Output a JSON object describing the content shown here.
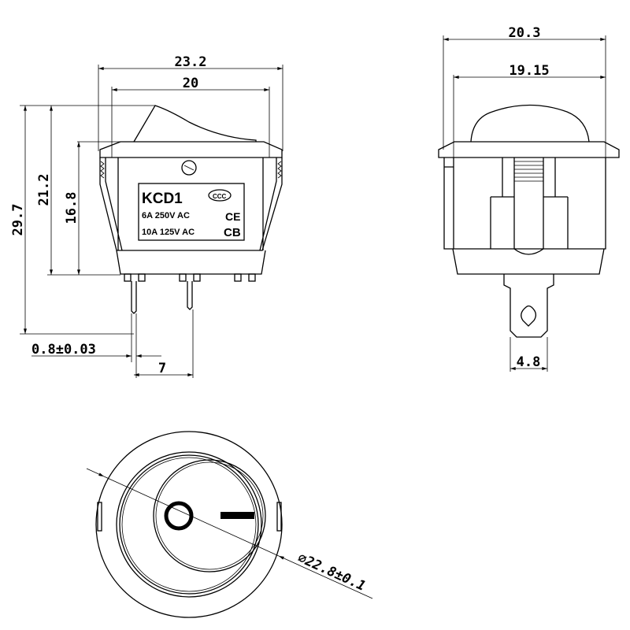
{
  "front_view": {
    "dims": {
      "overall_width": "23.2",
      "body_width": "20",
      "total_height": "29.7",
      "height_21": "21.2",
      "height_16": "16.8",
      "pin_thickness": "0.8±0.03",
      "pin_pitch": "7"
    },
    "label": {
      "model": "KCD1",
      "rating1": "6A  250V  AC",
      "rating2": "10A 125V  AC",
      "mark_ccc": "CCC",
      "mark_ce": "CE",
      "mark_cb": "CB"
    }
  },
  "side_view": {
    "dims": {
      "flange_width": "20.3",
      "body_width": "19.15",
      "terminal_width": "4.8"
    }
  },
  "top_view": {
    "dims": {
      "diameter": "⌀22.8±0.1"
    },
    "symbols": {
      "off": "O",
      "on": "I"
    }
  }
}
